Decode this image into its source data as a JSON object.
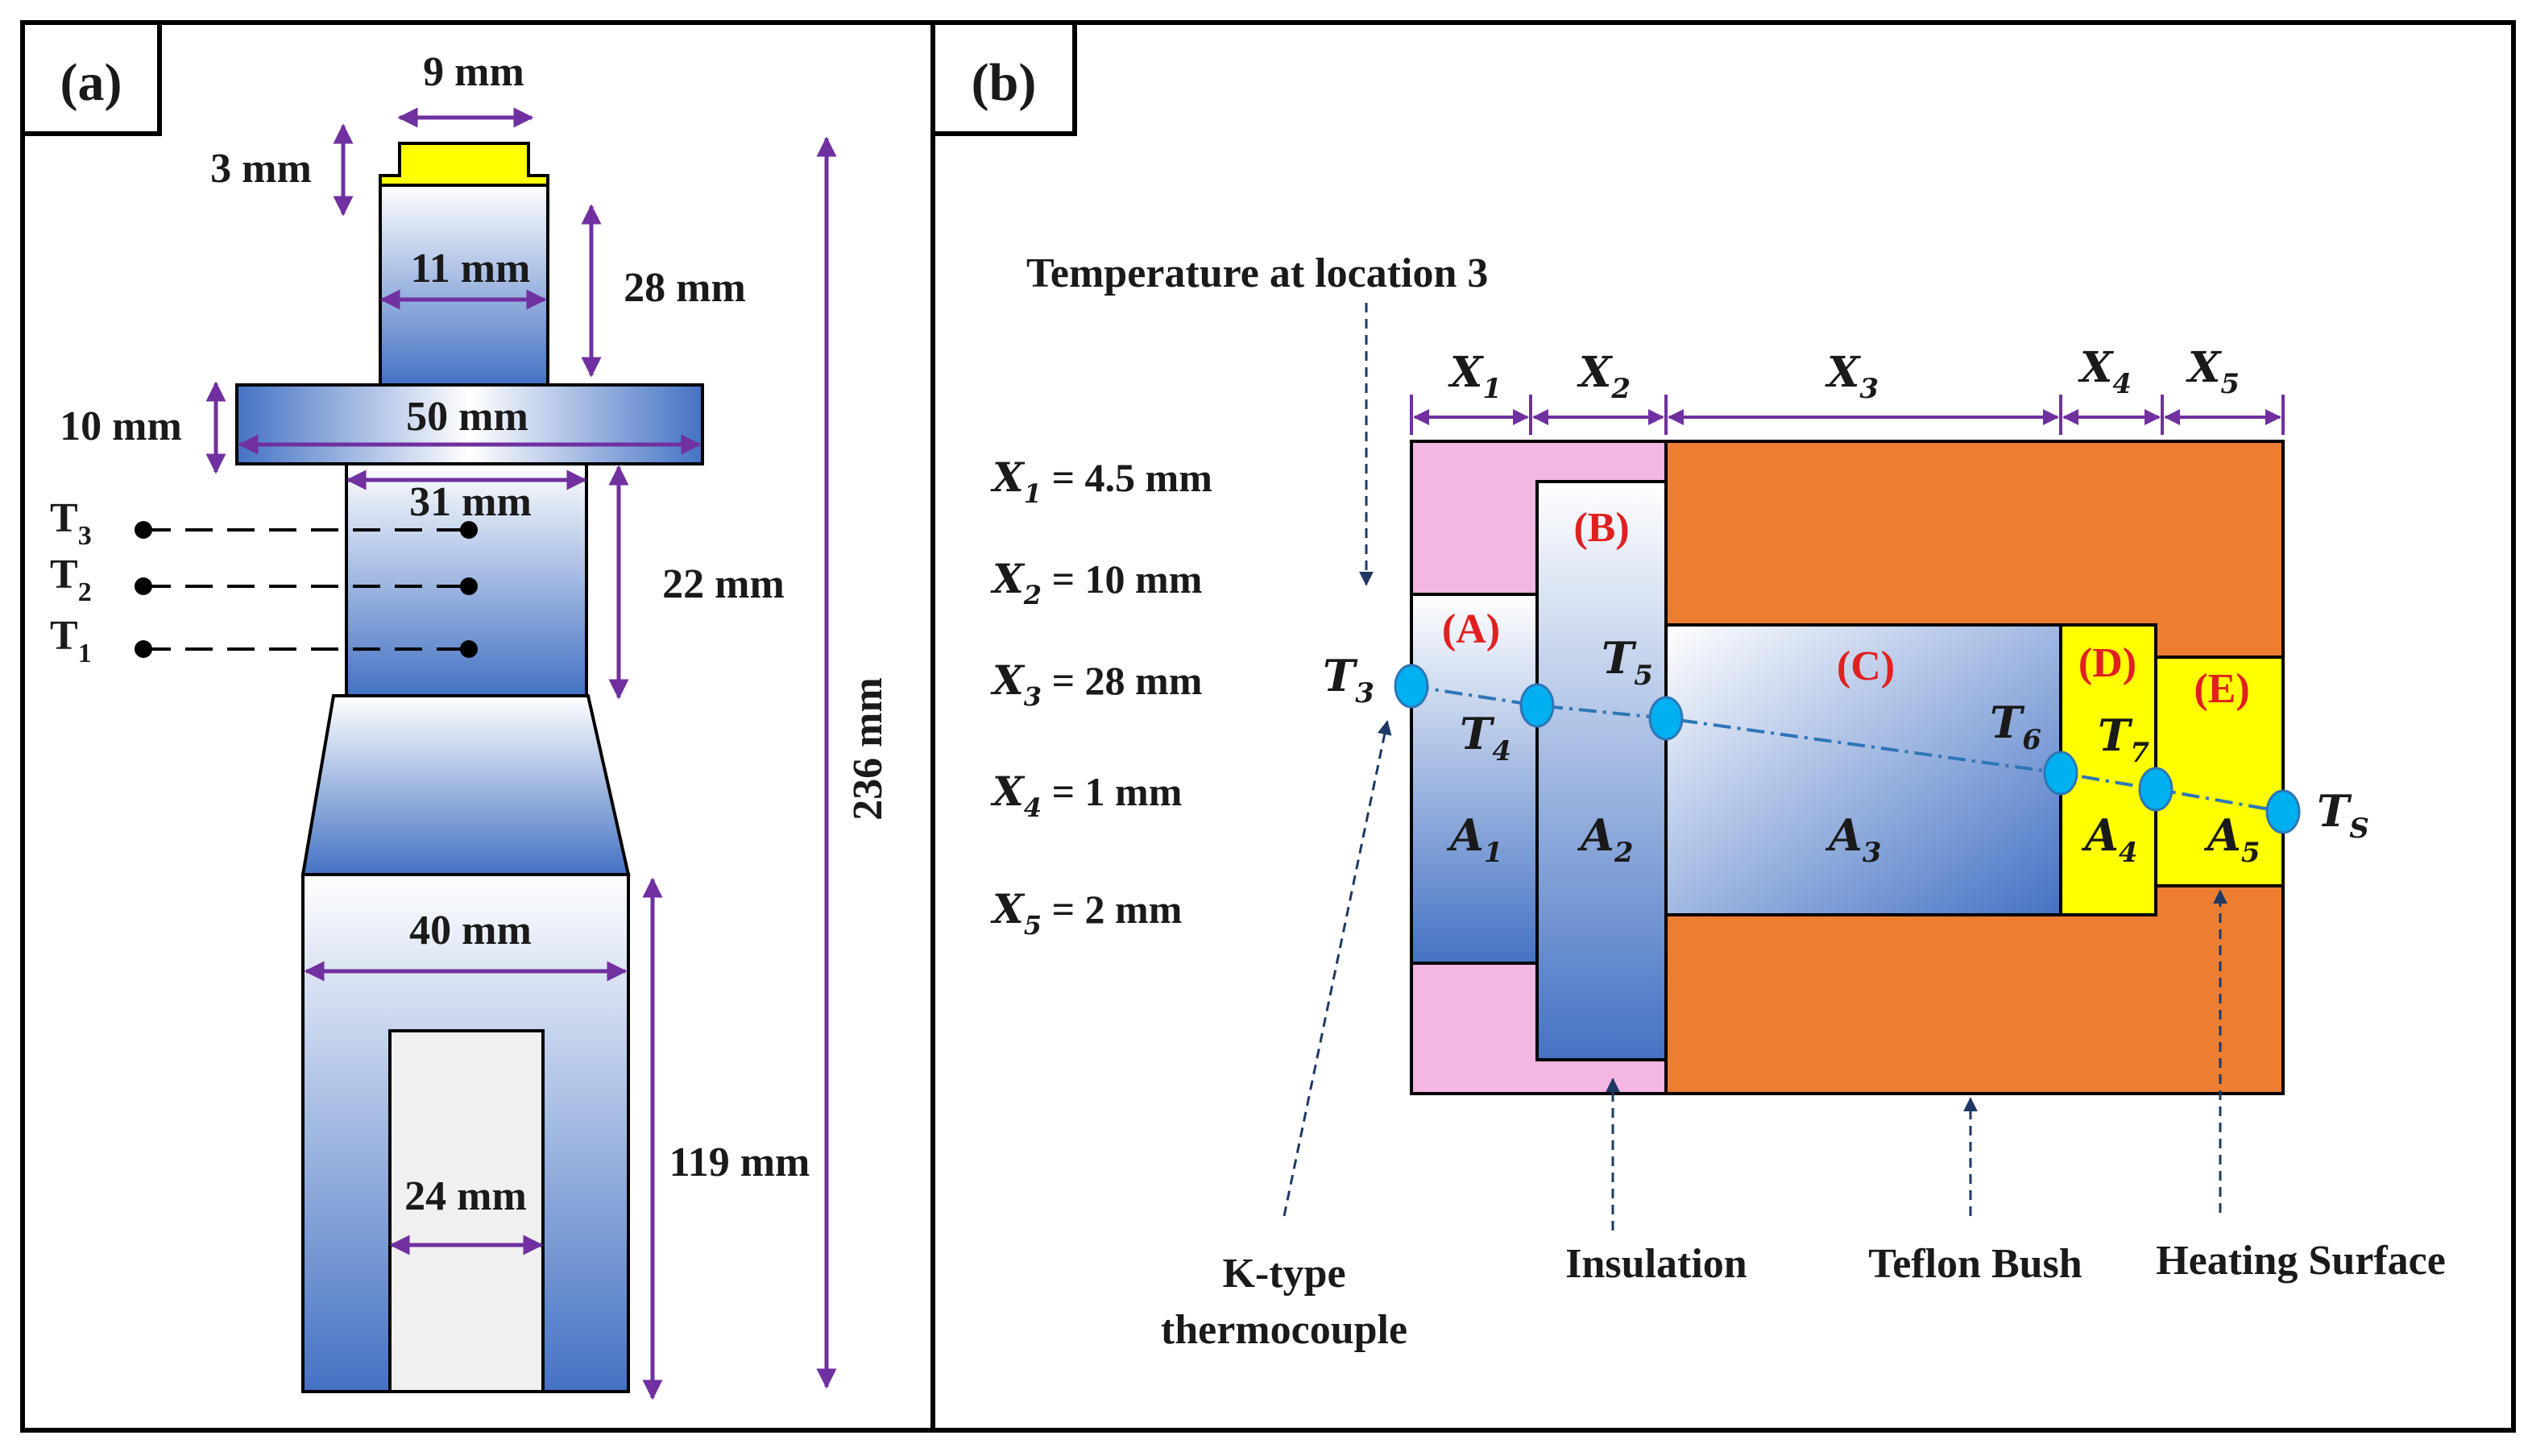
{
  "colors": {
    "dimension": "#7030a0",
    "pink": "#f4b6e2",
    "orange": "#ed7d31",
    "yellow": "#ffff00",
    "blue_dark": "#4472c4",
    "blue_light": "#ffffff",
    "sensor": "#00b0f0",
    "zone_label": "#e02020",
    "arrow": "#1f3864"
  },
  "panel_a": {
    "tag": "(a)",
    "dims": {
      "top_width": "9 mm",
      "cap_height": "3 mm",
      "neck_width": "11 mm",
      "neck_height": "28 mm",
      "flange_height": "10 mm",
      "flange_width": "50 mm",
      "body_width": "31 mm",
      "body_height": "22 mm",
      "total_height": "236 mm",
      "base_width": "40 mm",
      "slot_width": "24 mm",
      "base_height": "119 mm"
    },
    "thermocouples": [
      {
        "main": "T",
        "sub": "3"
      },
      {
        "main": "T",
        "sub": "2"
      },
      {
        "main": "T",
        "sub": "1"
      }
    ]
  },
  "panel_b": {
    "tag": "(b)",
    "title": "Temperature  at location 3",
    "lengths": [
      {
        "main": "X",
        "sub": "1",
        "value": " = 4.5 mm"
      },
      {
        "main": "X",
        "sub": "2",
        "value": " = 10 mm"
      },
      {
        "main": "X",
        "sub": "3",
        "value": " = 28 mm"
      },
      {
        "main": "X",
        "sub": "4",
        "value": " = 1 mm"
      },
      {
        "main": "X",
        "sub": "5",
        "value": " = 2 mm"
      }
    ],
    "segments": [
      {
        "main": "X",
        "sub": "1"
      },
      {
        "main": "X",
        "sub": "2"
      },
      {
        "main": "X",
        "sub": "3"
      },
      {
        "main": "X",
        "sub": "4"
      },
      {
        "main": "X",
        "sub": "5"
      }
    ],
    "zones": [
      "(A)",
      "(B)",
      "(C)",
      "(D)",
      "(E)"
    ],
    "areas": [
      {
        "main": "A",
        "sub": "1"
      },
      {
        "main": "A",
        "sub": "2"
      },
      {
        "main": "A",
        "sub": "3"
      },
      {
        "main": "A",
        "sub": "4"
      },
      {
        "main": "A",
        "sub": "5"
      }
    ],
    "temps": [
      {
        "main": "T",
        "sub": "3"
      },
      {
        "main": "T",
        "sub": "4"
      },
      {
        "main": "T",
        "sub": "5"
      },
      {
        "main": "T",
        "sub": "6"
      },
      {
        "main": "T",
        "sub": "7"
      },
      {
        "main": "T",
        "sub": "S"
      }
    ],
    "callouts": {
      "thermocouple_line1": "K-type",
      "thermocouple_line2": "thermocouple",
      "insulation": "Insulation",
      "teflon": "Teflon  Bush",
      "heating": "Heating Surface"
    }
  }
}
